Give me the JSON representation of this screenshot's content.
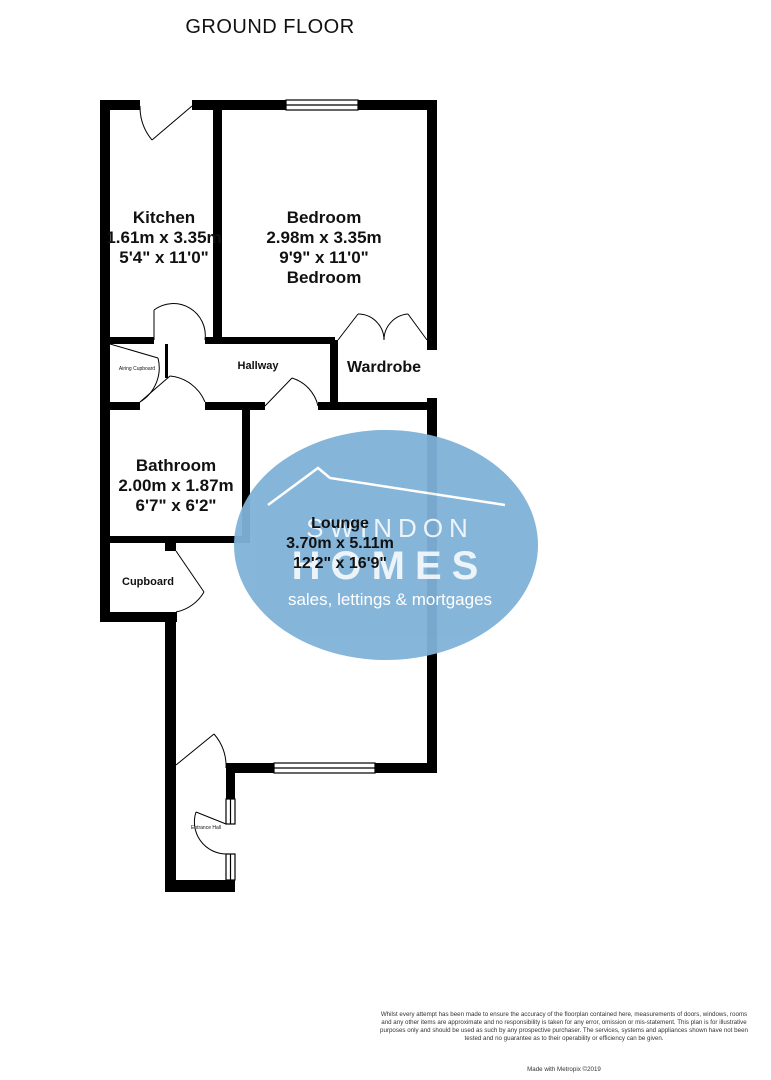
{
  "floor_title": "GROUND FLOOR",
  "rooms": {
    "kitchen": {
      "name": "Kitchen",
      "metric": "1.61m x 3.35m",
      "imperial": "5'4\" x 11'0\""
    },
    "bedroom": {
      "name": "Bedroom",
      "metric": "2.98m x 3.35m",
      "imperial": "9'9\" x 11'0\"",
      "sub": "Bedroom"
    },
    "hallway": {
      "name": "Hallway"
    },
    "wardrobe": {
      "name": "Wardrobe"
    },
    "airing": {
      "name": "Airing Cupboard"
    },
    "bathroom": {
      "name": "Bathroom",
      "metric": "2.00m x 1.87m",
      "imperial": "6'7\" x 6'2\""
    },
    "lounge": {
      "name": "Lounge",
      "metric": "3.70m x 5.11m",
      "imperial": "12'2\" x 16'9\""
    },
    "cupboard": {
      "name": "Cupboard"
    },
    "entrance": {
      "name": "Entrance Hall"
    }
  },
  "logo": {
    "brand_top": "SWINDON",
    "brand_bottom": "HOMES",
    "tagline": "sales, lettings & mortgages",
    "color": "#7fb2d8"
  },
  "disclaimer": "Whilst every attempt has been made to ensure the accuracy of the floorplan contained here, measurements of doors, windows, rooms and any other items are approximate and no responsibility is taken for any error, omission or mis-statement. This plan is for illustrative purposes only and should be used as such by any prospective purchaser. The services, systems and appliances shown have not been tested and no guarantee as to their operability or efficiency can be given.",
  "credit": "Made with Metropix ©2019"
}
